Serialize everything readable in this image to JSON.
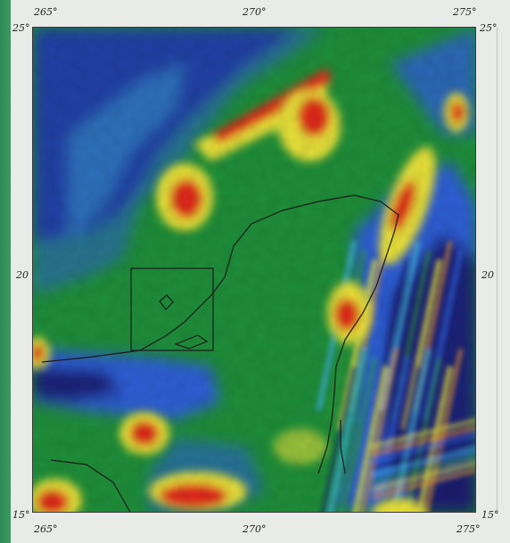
{
  "map": {
    "ticks": {
      "top_left": "265°",
      "top_center": "270°",
      "top_right": "275°",
      "left_top": "25°",
      "right_top": "25°",
      "left_middle": "20",
      "right_middle": "20",
      "bottom_left_corner": "15°",
      "bottom_right_corner": "15°",
      "bottom_left": "265°",
      "bottom_center": "270°",
      "bottom_right": "275°"
    },
    "colors": {
      "background": "#1f8f3a",
      "deep_blue": "#1a1a6e",
      "blue": "#2e5fd6",
      "cyan": "#3fb0d8",
      "green": "#2f9a3c",
      "yellow": "#e9e23a",
      "orange": "#f09a2a",
      "red": "#e02a1a",
      "coastline": "#1a1a1a"
    }
  }
}
